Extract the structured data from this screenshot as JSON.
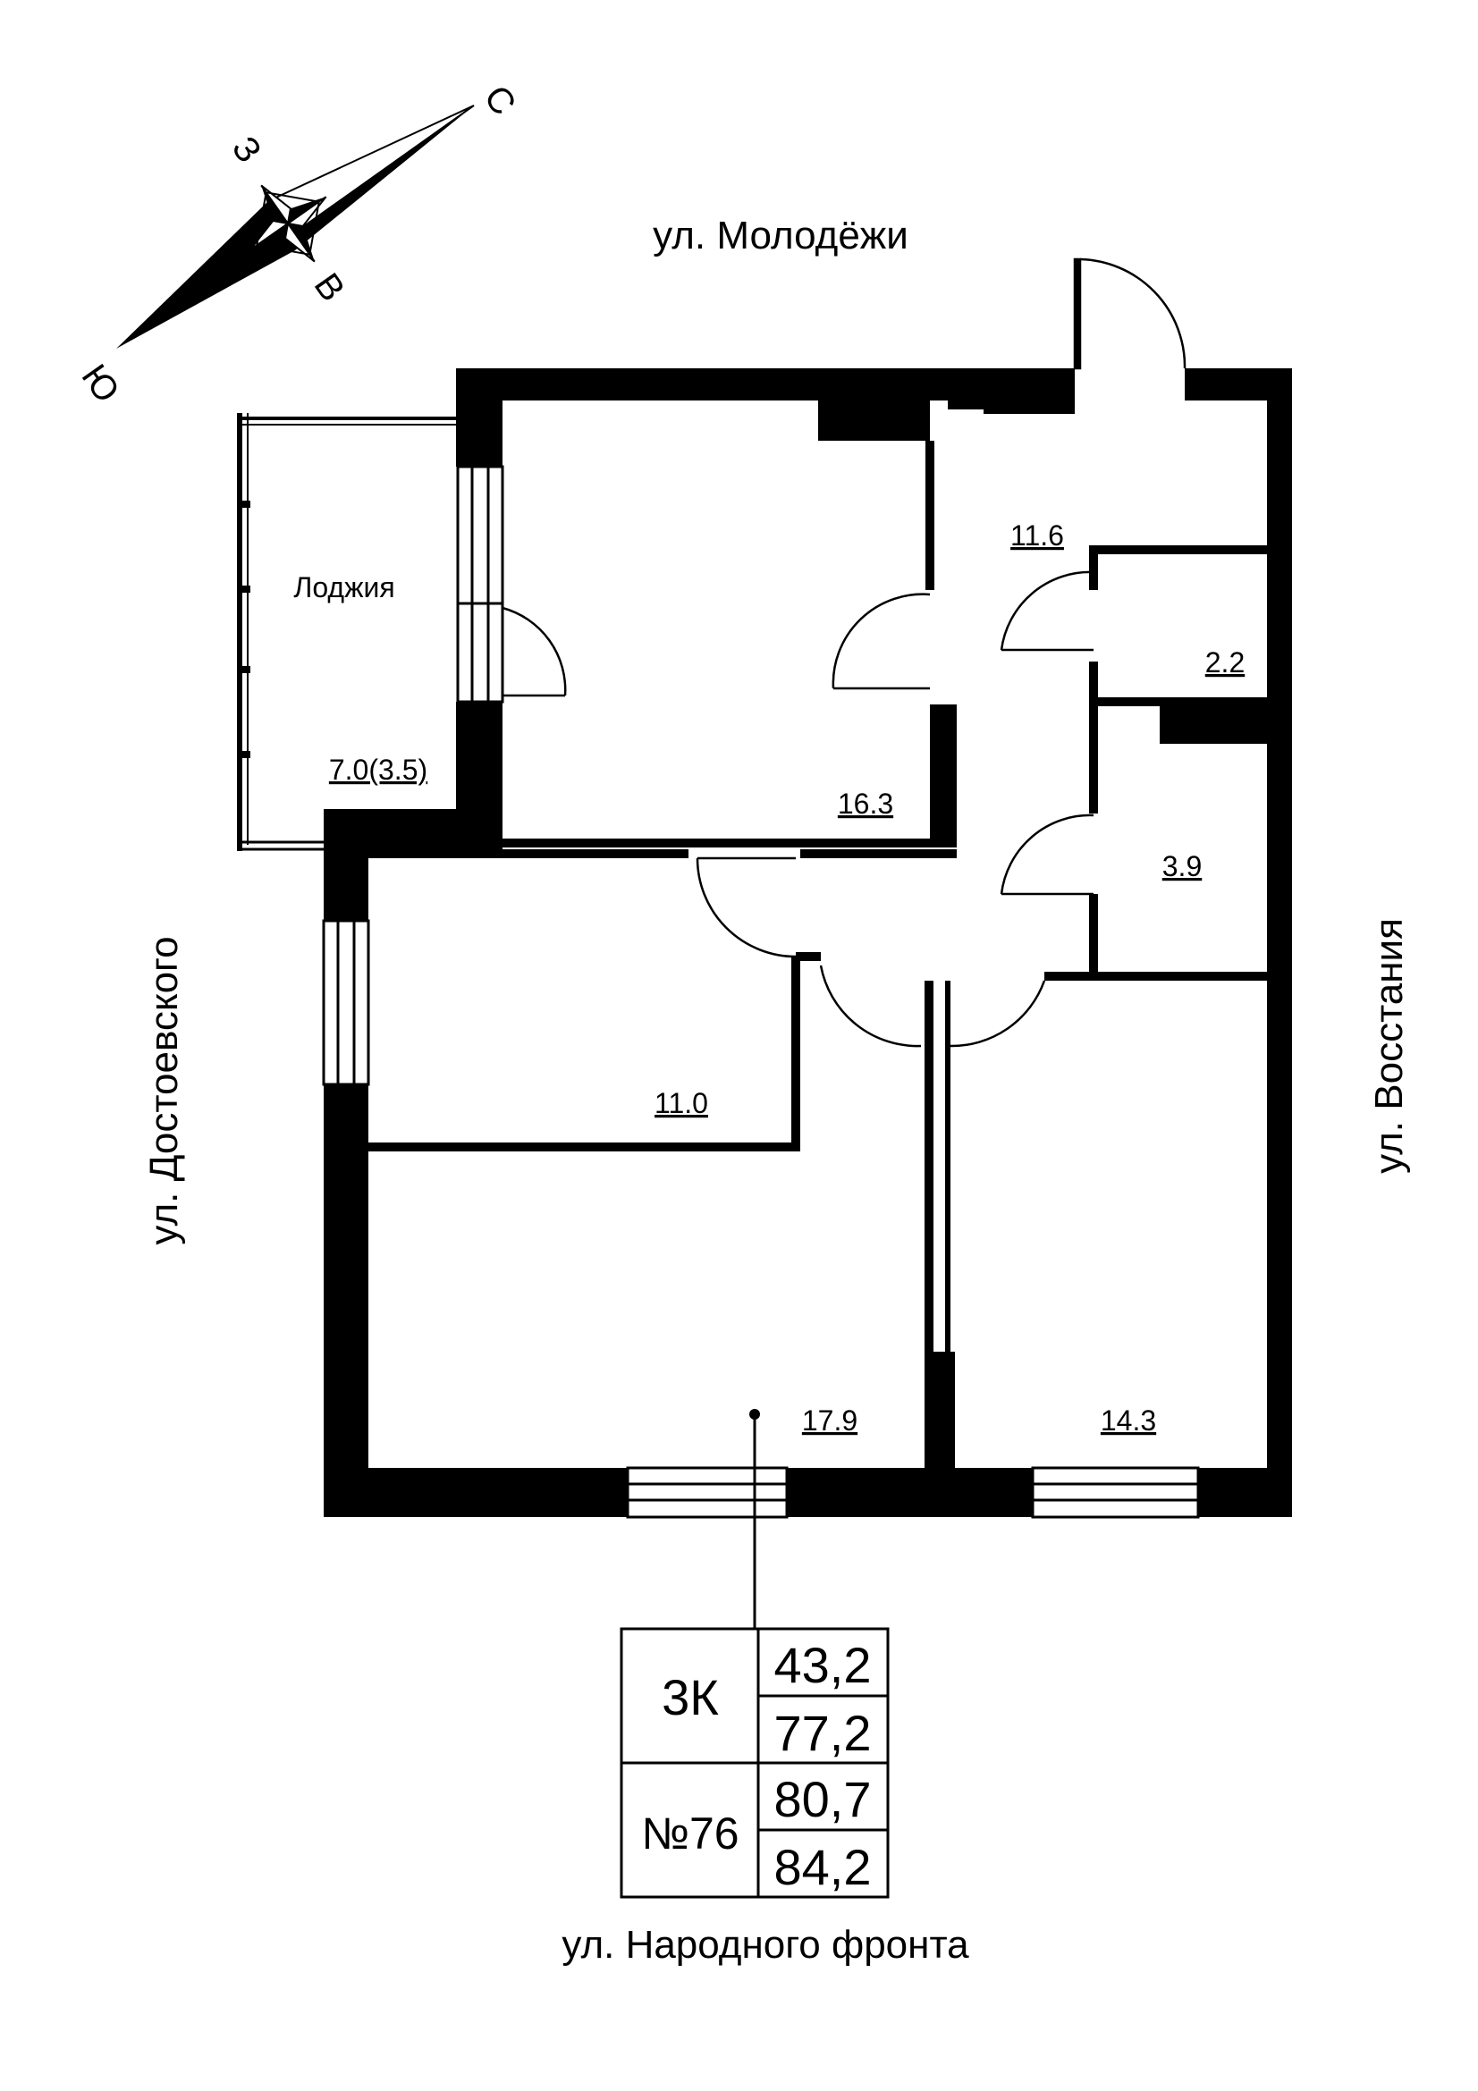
{
  "streets": {
    "north": "ул. Молодёжи",
    "west": "ул. Достоевского",
    "east": "ул. Восстания",
    "south": "ул. Народного фронта"
  },
  "compass": {
    "n": "С",
    "s": "Ю",
    "w": "З",
    "e": "В"
  },
  "rooms": {
    "loggia_name": "Лоджия",
    "loggia_area": "7.0(3.5)",
    "room_top": "16.3",
    "hall": "11.6",
    "bath": "2.2",
    "wc": "3.9",
    "kitchen": "11.0",
    "living": "17.9",
    "bedroom": "14.3"
  },
  "summary": {
    "type": "3К",
    "number": "№76",
    "areas": [
      "43,2",
      "77,2",
      "80,7",
      "84,2"
    ]
  }
}
